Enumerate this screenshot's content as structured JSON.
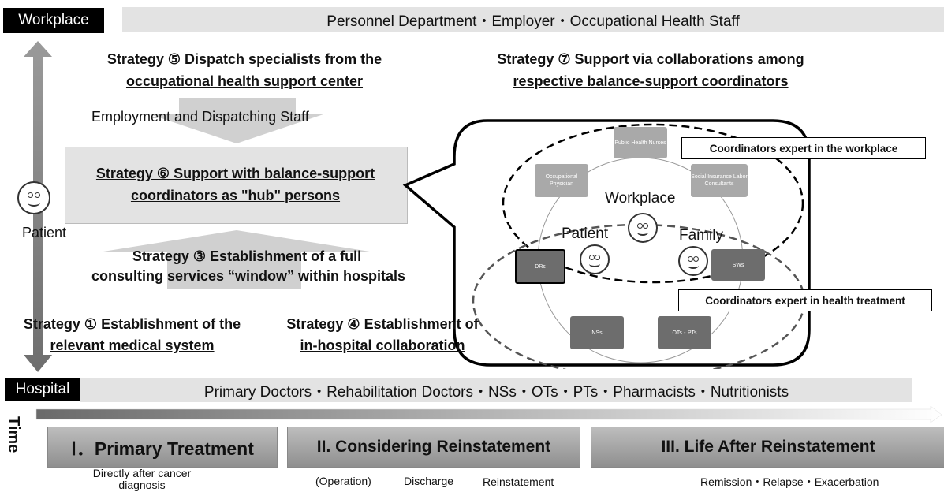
{
  "workplace": {
    "label": "Workplace",
    "band": "Personnel Department・Employer・Occupational Health Staff"
  },
  "hospital": {
    "label": "Hospital",
    "band": "Primary Doctors・Rehabilitation Doctors・NSs・OTs・PTs・Pharmacists・Nutritionists"
  },
  "time_label": "Time",
  "patient_label": "Patient",
  "strategies": {
    "s5_line1": "Strategy ⑤ Dispatch specialists from the",
    "s5_line2": "occupational health support center",
    "s7_line1": "Strategy ⑦ Support via collaborations among",
    "s7_line2": "respective balance-support coordinators",
    "dispatch_staff": "Employment and Dispatching Staff",
    "s6_line1": "Strategy ⑥ Support with balance-support",
    "s6_line2": "coordinators as \"hub\" persons",
    "s3_line1": "Strategy ③ Establishment of a full",
    "s3_line2": "consulting services “window” within hospitals",
    "s1_line1": "Strategy ① Establishment of the",
    "s1_line2": "relevant medical system",
    "s4_line1": "Strategy ④ Establishment of",
    "s4_line2": "in-hospital collaboration"
  },
  "bubble": {
    "workplace": "Workplace",
    "patient": "Patient",
    "family": "Family",
    "coord_workplace": "Coordinators expert in the workplace",
    "coord_health": "Coordinators expert in health treatment",
    "nodes": {
      "phn": "Public Health Nurses",
      "op": "Occupational Physician",
      "silc": "Social Insurance Labor Consultants",
      "drs": "DRs",
      "sws": "SWs",
      "nss": "NSs",
      "otspts": "OTs・PTs"
    }
  },
  "phases": {
    "p1": "Ⅰ．Primary Treatment",
    "p2": "II. Considering Reinstatement",
    "p3": "III. Life After Reinstatement"
  },
  "sub": {
    "p1": "Directly after cancer diagnosis",
    "op": "(Operation)",
    "discharge": "Discharge",
    "reinstatement": "Reinstatement",
    "p3": "Remission・Relapse・Exacerbation"
  }
}
